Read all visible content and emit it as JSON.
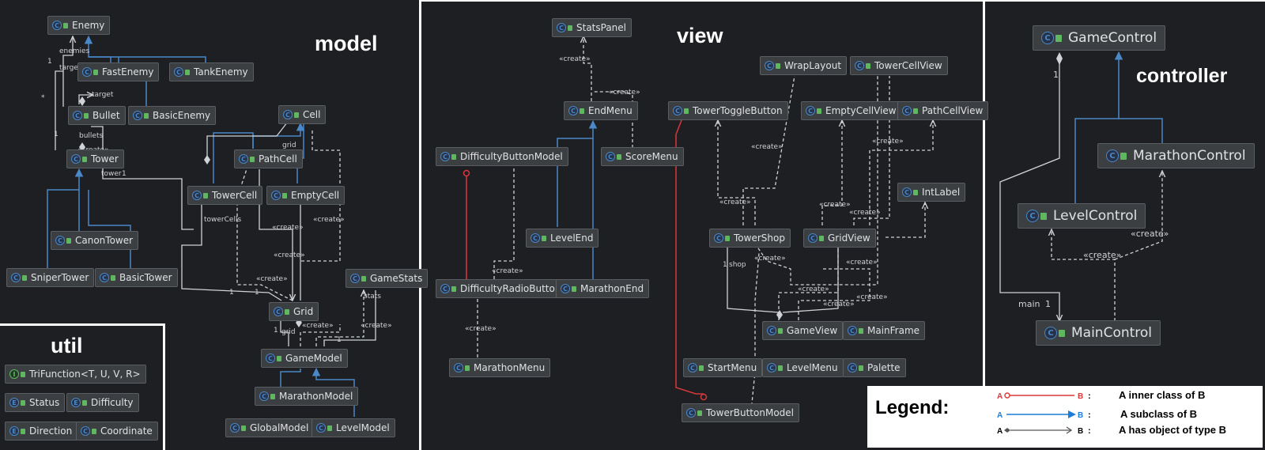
{
  "panels": {
    "model": {
      "title": "model"
    },
    "util": {
      "title": "util"
    },
    "view": {
      "title": "view"
    },
    "controller": {
      "title": "controller"
    }
  },
  "nodes": {
    "enemy": "Enemy",
    "fastEnemy": "FastEnemy",
    "tankEnemy": "TankEnemy",
    "bullet": "Bullet",
    "basicEnemy": "BasicEnemy",
    "cell": "Cell",
    "tower": "Tower",
    "pathCell": "PathCell",
    "towerCell": "TowerCell",
    "emptyCell": "EmptyCell",
    "canonTower": "CanonTower",
    "sniperTower": "SniperTower",
    "basicTower": "BasicTower",
    "gameStats": "GameStats",
    "grid": "Grid",
    "gameModel": "GameModel",
    "marathonModel": "MarathonModel",
    "globalModel": "GlobalModel",
    "levelModel": "LevelModel",
    "triFunction": "TriFunction<T, U, V, R>",
    "status": "Status",
    "difficulty": "Difficulty",
    "direction": "Direction",
    "coordinate": "Coordinate",
    "statsPanel": "StatsPanel",
    "endMenu": "EndMenu",
    "scoreMenu": "ScoreMenu",
    "difficultyButtonModel": "DifficultyButtonModel",
    "levelEnd": "LevelEnd",
    "difficultyRadioButton": "DifficultyRadioButton",
    "marathonEnd": "MarathonEnd",
    "marathonMenu": "MarathonMenu",
    "wrapLayout": "WrapLayout",
    "towerCellView": "TowerCellView",
    "towerToggleButton": "TowerToggleButton",
    "emptyCellView": "EmptyCellView",
    "pathCellView": "PathCellView",
    "intLabel": "IntLabel",
    "towerShop": "TowerShop",
    "gridView": "GridView",
    "gameView": "GameView",
    "mainFrame": "MainFrame",
    "startMenu": "StartMenu",
    "levelMenu": "LevelMenu",
    "palette": "Palette",
    "towerButtonModel": "TowerButtonModel",
    "gameControl": "GameControl",
    "marathonControl": "MarathonControl",
    "levelControl": "LevelControl",
    "mainControl": "MainControl"
  },
  "edge_labels": {
    "create": "«create»",
    "enemies": "enemies",
    "target": "target",
    "bullets": "bullets",
    "tower": "tower",
    "grid": "grid",
    "towerCells": "towerCells",
    "stats": "stats",
    "shop": "shop",
    "main": "main",
    "one": "1",
    "star": "*"
  },
  "legend": {
    "title": "Legend:",
    "inner": {
      "a": "A",
      "b": "B",
      "colon": ":",
      "text": "A inner class of B"
    },
    "subclass": {
      "a": "A",
      "b": "B",
      "colon": ":",
      "text": "A subclass of B"
    },
    "has": {
      "a": "A",
      "b": "B",
      "colon": ":",
      "text": "A has object of type B"
    }
  },
  "colors": {
    "background": "#1e1f22",
    "node": "#3c3f41",
    "inheritance": "#4a88c7",
    "inner": "#d9383a",
    "association": "#cfd2d6",
    "legend_bg": "#ffffff"
  }
}
